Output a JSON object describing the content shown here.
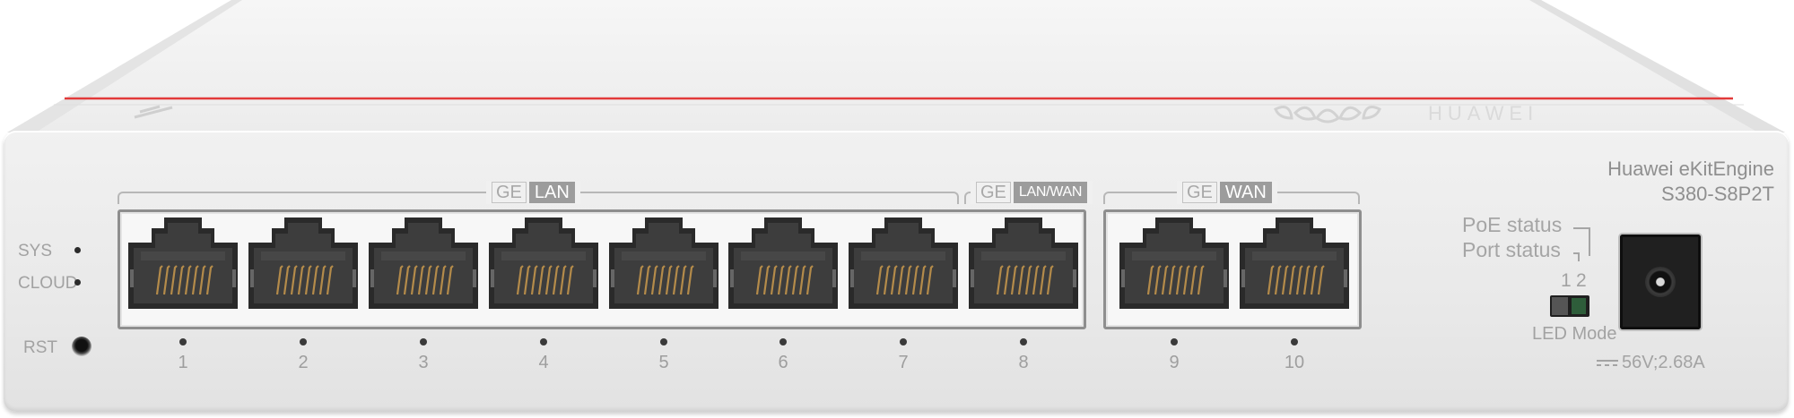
{
  "brand": {
    "logo_text": "HUAWEI"
  },
  "indicators": {
    "sys_label": "SYS",
    "cloud_label": "CLOUD",
    "rst_label": "RST"
  },
  "groups": {
    "lan": {
      "ge": "GE",
      "label": "LAN"
    },
    "lanwan": {
      "ge": "GE",
      "label": "LAN/WAN"
    },
    "wan": {
      "ge": "GE",
      "label": "WAN"
    }
  },
  "ports": [
    "1",
    "2",
    "3",
    "4",
    "5",
    "6",
    "7",
    "8",
    "9",
    "10"
  ],
  "model": {
    "line1": "Huawei eKitEngine",
    "line2": "S380-S8P2T"
  },
  "led_mode": {
    "poe_status": "PoE status",
    "port_status": "Port status",
    "position_1": "1",
    "position_2": "2",
    "label": "LED Mode"
  },
  "power": {
    "rating": "56V;2.68A"
  },
  "colors": {
    "accent_stripe": "#e23a3a",
    "port_frame": "#8e8e8e",
    "label_gray": "#9e9e9e"
  }
}
